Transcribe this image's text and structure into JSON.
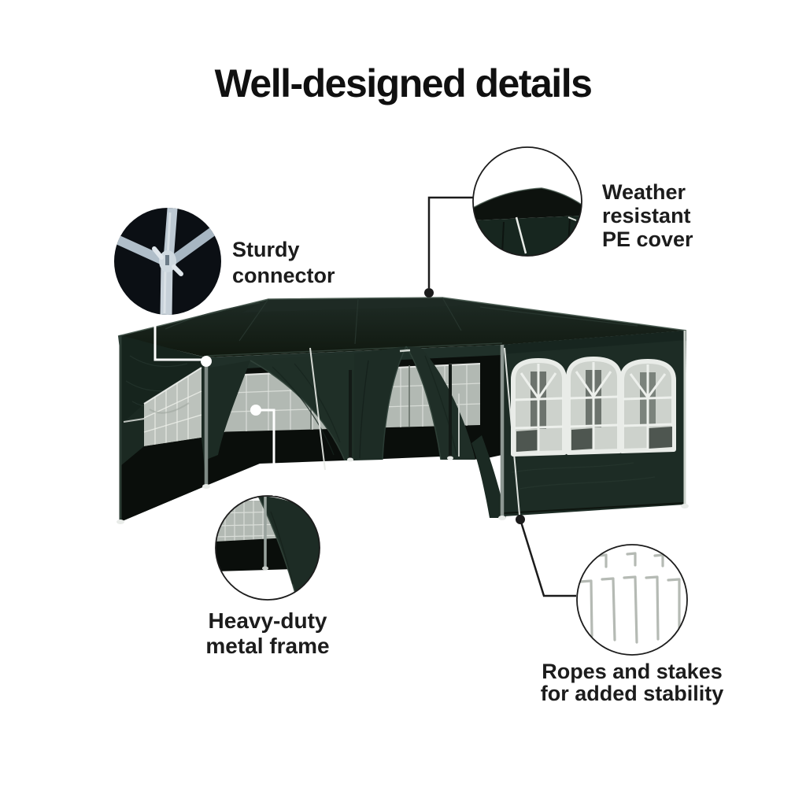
{
  "title": "Well-designed details",
  "callouts": {
    "sturdy": {
      "lines": [
        "Sturdy",
        "connector"
      ]
    },
    "weather": {
      "lines": [
        "Weather",
        "resistant",
        "PE cover"
      ]
    },
    "frame": {
      "lines": [
        "Heavy-duty",
        "metal frame"
      ]
    },
    "ropes": {
      "lines": [
        "Ropes and stakes",
        "for added stability"
      ]
    }
  },
  "colors": {
    "background": "#ffffff",
    "text": "#1c1c1c",
    "tent_green": "#1d2c25",
    "tent_green_dark": "#15231c",
    "interior_black": "#0a0e0b",
    "canopy_black": "#141d17",
    "canopy_highlight": "#42544a",
    "mesh_gray": "#bcc2bc",
    "mesh_grid_white": "#eceee9",
    "window_frame_white": "#e9ece8",
    "window_pane": "#cdd2cc",
    "metal_tube": "#bcc8d2",
    "stake_gray": "#b5bab4",
    "leader_black": "#1b1b1b",
    "leader_white": "#ffffff"
  }
}
